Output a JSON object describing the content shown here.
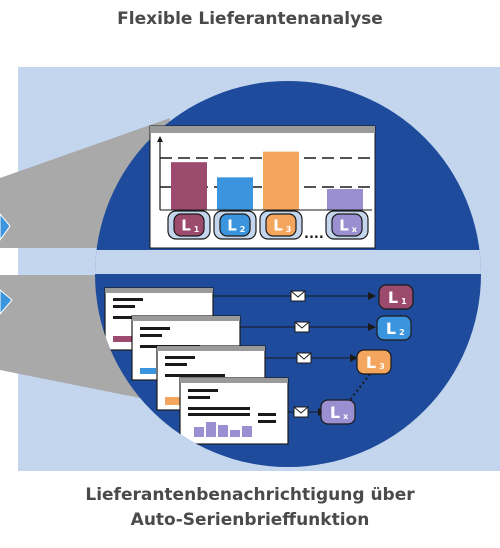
{
  "top_title": "Flexible Lieferantenanalyse",
  "bottom_title_line1": "Lieferantenbenachrichtigung über",
  "bottom_title_line2": "Auto-Serienbrieffunktion",
  "chart_data": {
    "type": "bar",
    "categories": [
      "L1",
      "L2",
      "L3",
      "Lx"
    ],
    "values": [
      41,
      28,
      50,
      18
    ],
    "ylim": [
      0,
      60
    ],
    "colors": [
      "#9c4a6e",
      "#3b94de",
      "#f4a55e",
      "#9a8fd0"
    ],
    "category_colors": [
      "#9c4a6e",
      "#3b94de",
      "#f4a55e",
      "#9a8fd0"
    ]
  },
  "suppliers": [
    {
      "letter": "L",
      "subscript": "1",
      "color": "#9c4a6e"
    },
    {
      "letter": "L",
      "subscript": "2",
      "color": "#3b94de"
    },
    {
      "letter": "L",
      "subscript": "3",
      "color": "#f4a55e"
    },
    {
      "letter": "L",
      "subscript": "x",
      "color": "#9a8fd0"
    }
  ],
  "ellipsis": "....",
  "colors": {
    "panel_bg": "#c3d6ee",
    "circle": "#1f4b9c",
    "gray_beam": "#a9a9a9",
    "cube": "#3b94de",
    "chart_bg": "#ffffff",
    "doc_frame": "#1a1a1a"
  }
}
